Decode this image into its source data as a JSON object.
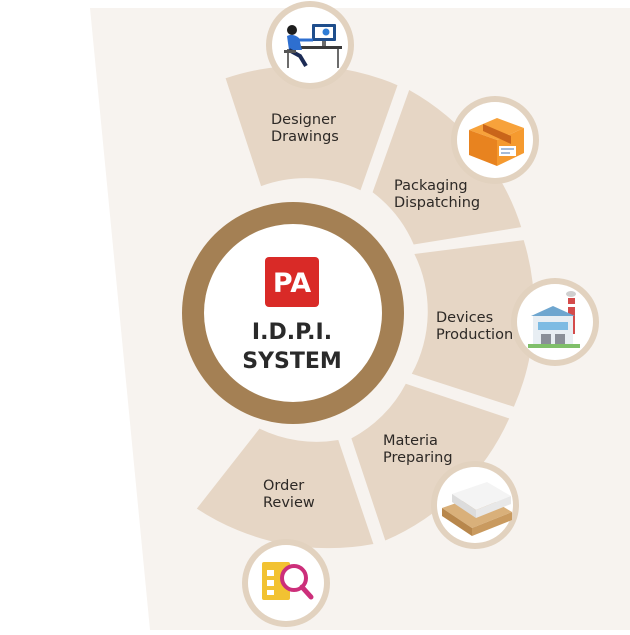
{
  "center": {
    "logo": "PA",
    "title_line1": "I.D.P.I.",
    "title_line2": "SYSTEM"
  },
  "segments": [
    {
      "line1": "Designer",
      "line2": "Drawings",
      "icon": "designer-at-desk-icon"
    },
    {
      "line1": "Packaging",
      "line2": "Dispatching",
      "icon": "package-box-icon"
    },
    {
      "line1": "Devices",
      "line2": "Production",
      "icon": "factory-icon"
    },
    {
      "line1": "Materia",
      "line2": "Preparing",
      "icon": "material-boards-icon"
    },
    {
      "line1": "Order",
      "line2": "Review",
      "icon": "document-search-icon"
    }
  ],
  "colors": {
    "segment_fill": "#e6d6c5",
    "circle_ring": "#e2d2bf",
    "center_ring": "#a48054",
    "logo_red": "#d92a27",
    "background_tint": "#f7f3ef"
  }
}
